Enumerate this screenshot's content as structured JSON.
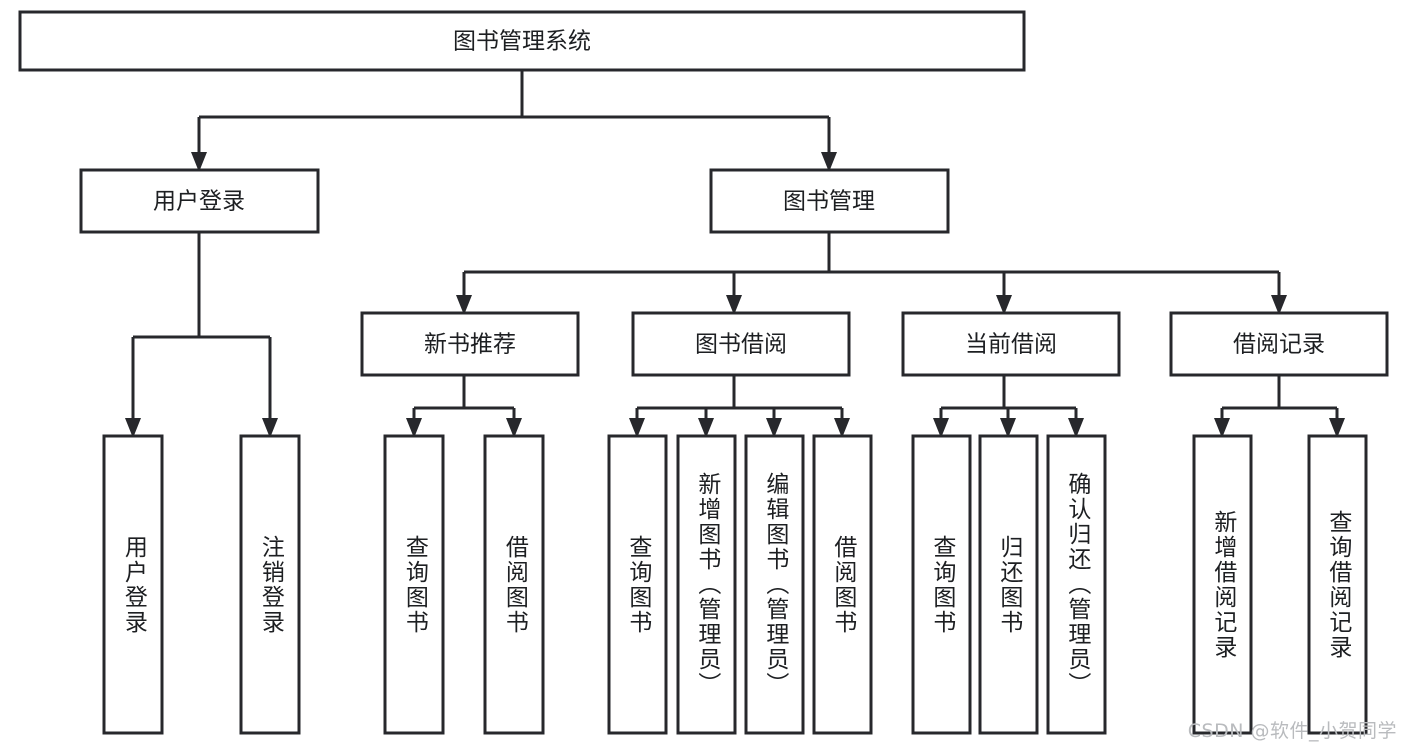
{
  "diagram": {
    "type": "tree",
    "title": "图书管理系统",
    "orientation": "top-down",
    "root": {
      "id": "root",
      "label": "图书管理系统",
      "orientation": "horizontal"
    },
    "level1": [
      {
        "id": "user-login",
        "label": "用户登录",
        "orientation": "horizontal"
      },
      {
        "id": "book-manage",
        "label": "图书管理",
        "orientation": "horizontal"
      }
    ],
    "level2": [
      {
        "id": "new-book-rec",
        "label": "新书推荐",
        "parent": "book-manage",
        "orientation": "horizontal"
      },
      {
        "id": "book-borrow",
        "label": "图书借阅",
        "parent": "book-manage",
        "orientation": "horizontal"
      },
      {
        "id": "current-borrow",
        "label": "当前借阅",
        "parent": "book-manage",
        "orientation": "horizontal"
      },
      {
        "id": "borrow-record",
        "label": "借阅记录",
        "parent": "book-manage",
        "orientation": "horizontal"
      }
    ],
    "leaves": [
      {
        "id": "leaf-user-login",
        "label": "用户登录",
        "parent": "user-login",
        "orientation": "vertical"
      },
      {
        "id": "leaf-user-logout",
        "label": "注销登录",
        "parent": "user-login",
        "orientation": "vertical"
      },
      {
        "id": "leaf-rec-query-book",
        "label": "查询图书",
        "parent": "new-book-rec",
        "orientation": "vertical"
      },
      {
        "id": "leaf-rec-borrow-book",
        "label": "借阅图书",
        "parent": "new-book-rec",
        "orientation": "vertical"
      },
      {
        "id": "leaf-borrow-query-book",
        "label": "查询图书",
        "parent": "book-borrow",
        "orientation": "vertical"
      },
      {
        "id": "leaf-add-book-admin",
        "label": "新增图书（管理员）",
        "parent": "book-borrow",
        "orientation": "vertical"
      },
      {
        "id": "leaf-edit-book-admin",
        "label": "编辑图书（管理员）",
        "parent": "book-borrow",
        "orientation": "vertical"
      },
      {
        "id": "leaf-borrow-book",
        "label": "借阅图书",
        "parent": "book-borrow",
        "orientation": "vertical"
      },
      {
        "id": "leaf-cur-query-book",
        "label": "查询图书",
        "parent": "current-borrow",
        "orientation": "vertical"
      },
      {
        "id": "leaf-return-book",
        "label": "归还图书",
        "parent": "current-borrow",
        "orientation": "vertical"
      },
      {
        "id": "leaf-confirm-return-admin",
        "label": "确认归还（管理员）",
        "parent": "current-borrow",
        "orientation": "vertical"
      },
      {
        "id": "leaf-add-borrow-record",
        "label": "新增借阅记录",
        "parent": "borrow-record",
        "orientation": "vertical"
      },
      {
        "id": "leaf-query-borrow-record",
        "label": "查询借阅记录",
        "parent": "borrow-record",
        "orientation": "vertical"
      }
    ],
    "colors": {
      "stroke": "#27282c",
      "fill": "#ffffff",
      "text": "#1d1f22",
      "background": "#ffffff",
      "watermark": "#b9bbbe"
    }
  },
  "watermark": {
    "text": "CSDN @软件_小贺同学"
  }
}
